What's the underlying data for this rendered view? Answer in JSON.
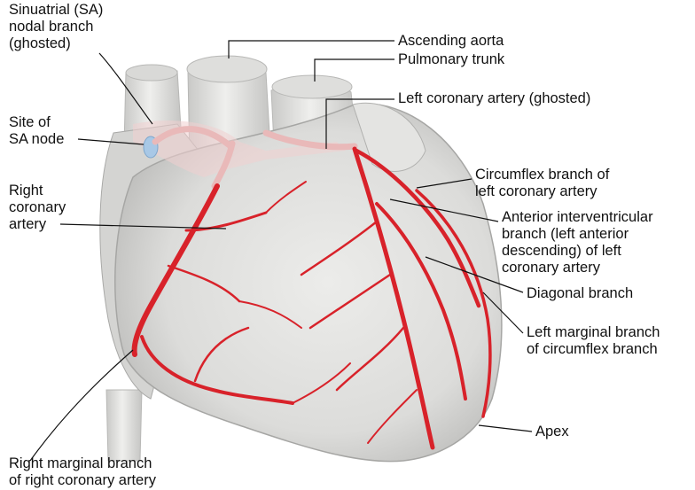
{
  "labels": {
    "sa_branch": "Sinuatrial (SA)\nnodal branch\n(ghosted)",
    "sa_node": "Site of\nSA node",
    "rca": "Right\ncoronary\nartery",
    "ascending_aorta": "Ascending aorta",
    "pulmonary_trunk": "Pulmonary trunk",
    "lca": "Left coronary artery (ghosted)",
    "circumflex": "Circumflex branch of\nleft coronary artery",
    "lad": "Anterior interventricular\nbranch (left anterior\ndescending) of left\ncoronary artery",
    "diagonal": "Diagonal branch",
    "left_marginal": "Left marginal branch\nof circumflex branch",
    "apex": "Apex",
    "right_marginal": "Right marginal branch\nof right coronary artery"
  },
  "colors": {
    "artery": "#d8222a",
    "heart_tissue": "#e2e2e0",
    "ghosted_artery": "#e9b9b9",
    "sa_node": "#a8c8e6"
  }
}
